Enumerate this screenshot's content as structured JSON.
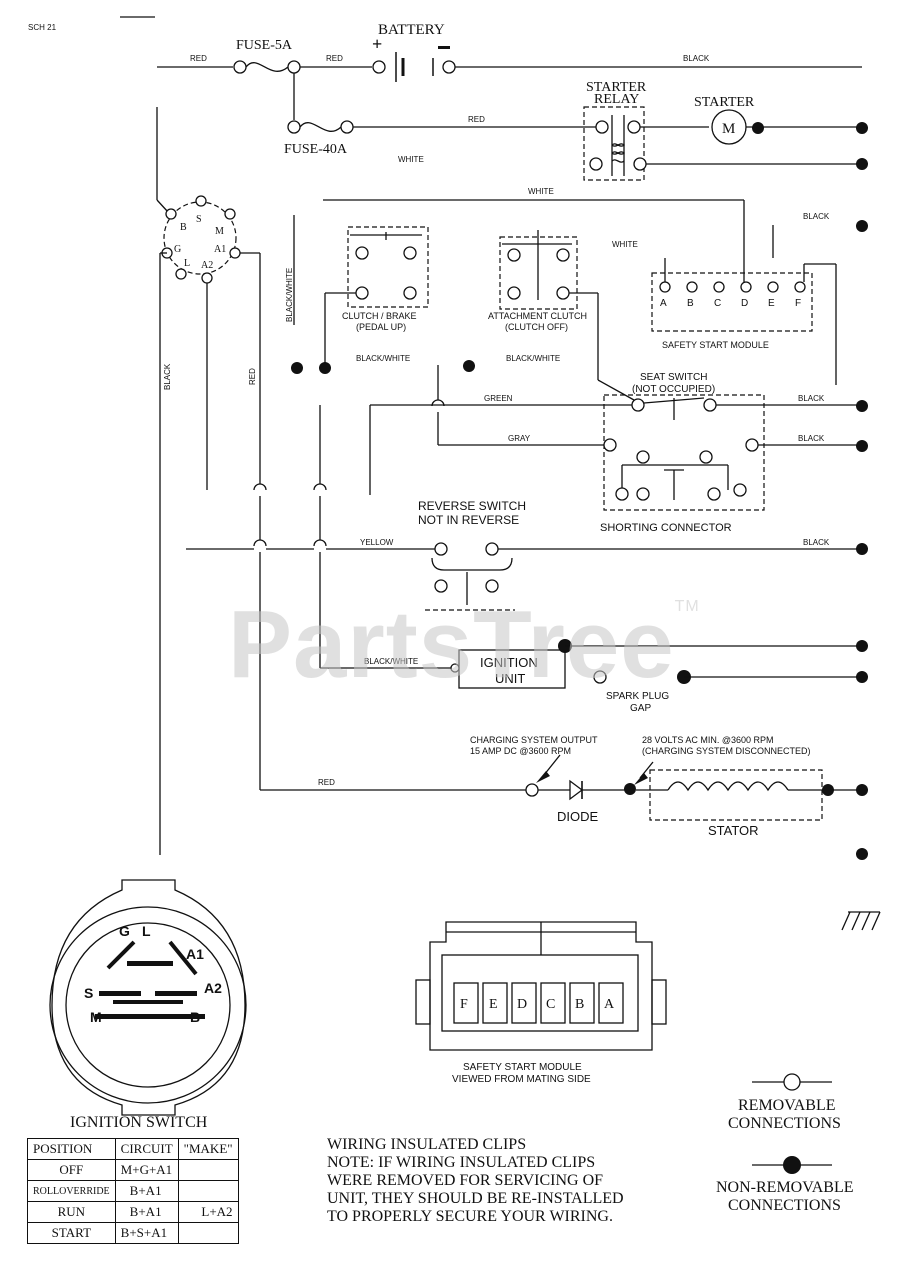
{
  "page_code": "SCH 21",
  "labels": {
    "battery": "BATTERY",
    "fuse_5a": "FUSE-5A",
    "fuse_40a": "FUSE-40A",
    "starter_relay_1": "STARTER",
    "starter_relay_2": "RELAY",
    "starter": "STARTER",
    "starter_motor": "M",
    "clutch_brake_1": "CLUTCH / BRAKE",
    "clutch_brake_2": "(PEDAL UP)",
    "attachment_clutch_1": "ATTACHMENT CLUTCH",
    "attachment_clutch_2": "(CLUTCH OFF)",
    "safety_start_module": "SAFETY START MODULE",
    "seat_switch_1": "SEAT SWITCH",
    "seat_switch_2": "(NOT OCCUPIED)",
    "shorting_connector": "SHORTING CONNECTOR",
    "reverse_switch_1": "REVERSE SWITCH",
    "reverse_switch_2": "NOT IN REVERSE",
    "ignition_unit_1": "IGNITION",
    "ignition_unit_2": "UNIT",
    "spark_plug_1": "SPARK PLUG",
    "spark_plug_2": "GAP",
    "charging_output_1": "CHARGING SYSTEM OUTPUT",
    "charging_output_2": "15 AMP DC @3600 RPM",
    "stator_volts_1": "28 VOLTS AC MIN. @3600 RPM",
    "stator_volts_2": "(CHARGING SYSTEM DISCONNECTED)",
    "diode": "DIODE",
    "stator": "STATOR",
    "ignition_switch": "IGNITION SWITCH",
    "safety_module_view_1": "SAFETY START MODULE",
    "safety_module_view_2": "VIEWED FROM MATING SIDE",
    "removable_1": "REMOVABLE",
    "removable_2": "CONNECTIONS",
    "non_removable_1": "NON-REMOVABLE",
    "non_removable_2": "CONNECTIONS",
    "watermark": "PartsTree",
    "watermark_tm": "TM"
  },
  "ignition_terminals": [
    "B",
    "S",
    "M",
    "G",
    "L",
    "A1",
    "A2"
  ],
  "ignition_switch_face": [
    "G",
    "L",
    "A1",
    "S",
    "A2",
    "M",
    "B"
  ],
  "safety_module_terminals": [
    "A",
    "B",
    "C",
    "D",
    "E",
    "F"
  ],
  "connector_view_cells": [
    "F",
    "E",
    "D",
    "C",
    "B",
    "A"
  ],
  "wire_colors": {
    "red_1": "RED",
    "red_2": "RED",
    "red_3": "RED",
    "red_4": "RED",
    "red_5": "RED",
    "black_1": "BLACK",
    "black_2": "BLACK",
    "black_3": "BLACK",
    "black_4": "BLACK",
    "black_5": "BLACK",
    "black_6": "BLACK",
    "white_1": "WHITE",
    "white_2": "WHITE",
    "white_3": "WHITE",
    "black_white_1": "BLACK/WHITE",
    "black_white_2": "BLACK/WHITE",
    "black_white_3": "BLACK/WHITE",
    "black_white_4": "BLACK/WHITE",
    "green": "GREEN",
    "gray": "GRAY",
    "yellow": "YELLOW"
  },
  "ignition_table": {
    "headers": [
      "POSITION",
      "CIRCUIT",
      "\"MAKE\""
    ],
    "rows": [
      [
        "OFF",
        "M+G+A1",
        ""
      ],
      [
        "ROLLOVERRIDE",
        "B+A1",
        ""
      ],
      [
        "RUN",
        "B+A1",
        "L+A2"
      ],
      [
        "START",
        "B+S+A1",
        ""
      ]
    ]
  },
  "note": {
    "title": "WIRING INSULATED CLIPS",
    "line1": "NOTE:  IF WIRING INSULATED CLIPS",
    "line2": "WERE REMOVED FOR SERVICING OF",
    "line3": "UNIT, THEY SHOULD BE RE-INSTALLED",
    "line4": "TO PROPERLY SECURE YOUR WIRING."
  }
}
